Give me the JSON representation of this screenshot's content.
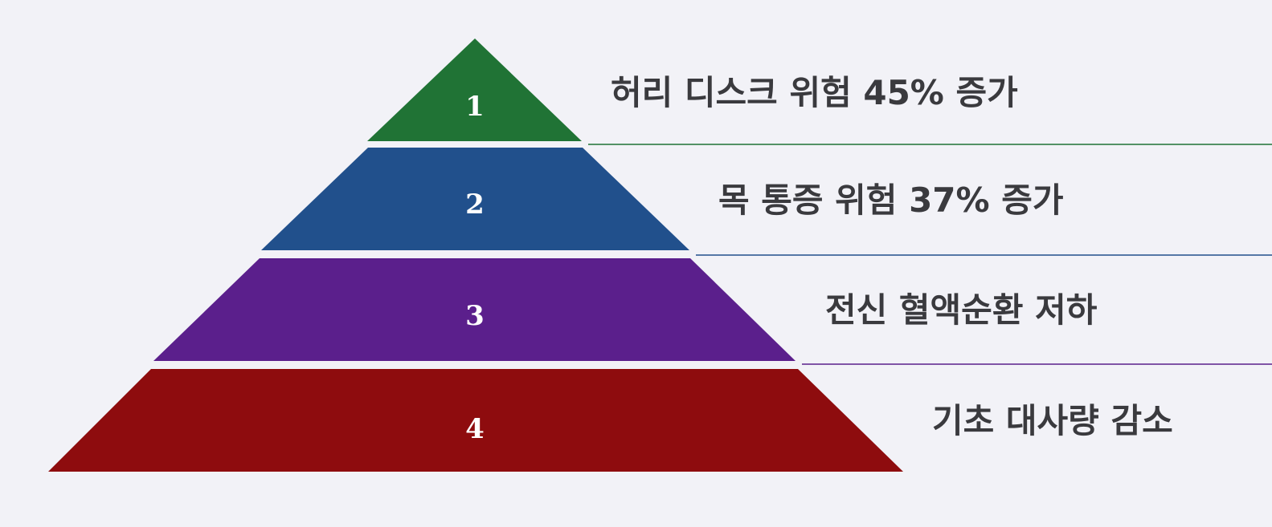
{
  "pyramid": {
    "tiers": [
      {
        "number": "1",
        "label": "허리 디스크 위험 45% 증가",
        "color": "#207335"
      },
      {
        "number": "2",
        "label": "목 통증 위험 37% 증가",
        "color": "#21508c"
      },
      {
        "number": "3",
        "label": "전신 혈액순환 저하",
        "color": "#5b1f8c"
      },
      {
        "number": "4",
        "label": "기초 대사량 감소",
        "color": "#8e0c0e"
      }
    ]
  }
}
